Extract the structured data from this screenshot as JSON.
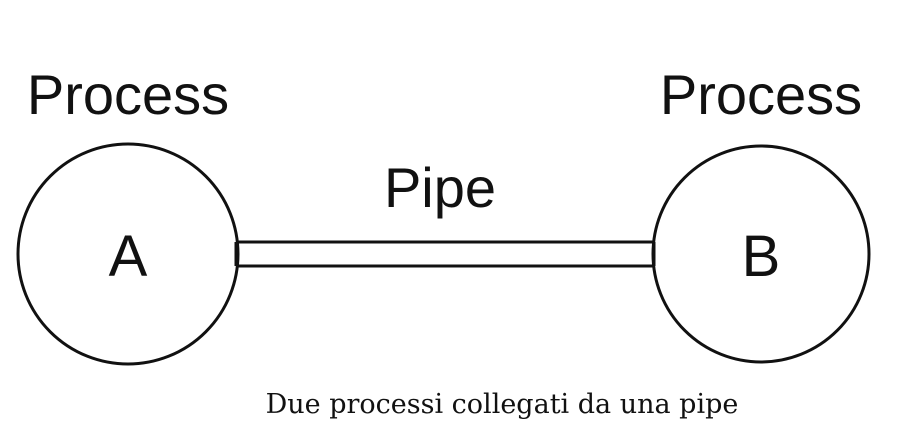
{
  "diagram": {
    "process_a": {
      "title": "Process",
      "letter": "A"
    },
    "process_b": {
      "title": "Process",
      "letter": "B"
    },
    "pipe": {
      "label": "Pipe"
    },
    "caption": "Due processi collegati da una pipe"
  }
}
